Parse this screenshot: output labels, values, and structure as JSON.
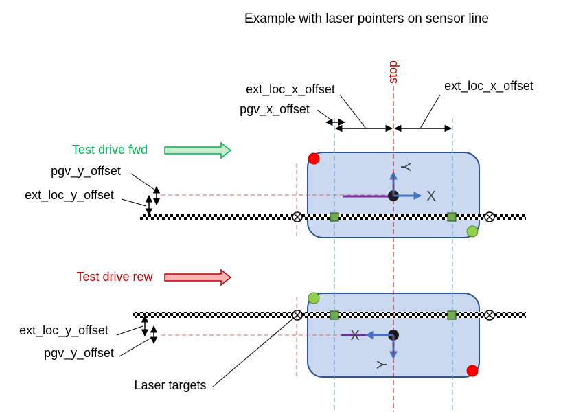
{
  "title": "Example with laser pointers on sensor line",
  "stop_label": "stop",
  "labels": {
    "ext_loc_x_offset_left": "ext_loc_x_offset",
    "ext_loc_x_offset_right": "ext_loc_x_offset",
    "pgv_x_offset": "pgv_x_offset",
    "pgv_y_offset_top": "pgv_y_offset",
    "ext_loc_y_offset_top": "ext_loc_y_offset",
    "ext_loc_y_offset_bottom": "ext_loc_y_offset",
    "pgv_y_offset_bottom": "pgv_y_offset",
    "laser_targets": "Laser targets"
  },
  "axes": {
    "x": "X",
    "y": "Y"
  },
  "test_drive_fwd": {
    "label": "Test drive fwd",
    "color": "#00b050",
    "arrow_fill": "#c6efce",
    "arrow_stroke": "#00b050"
  },
  "test_drive_rew": {
    "label": "Test drive rew",
    "color": "#c00000",
    "arrow_fill": "#ffb3b3",
    "arrow_stroke": "#c00000"
  },
  "colors": {
    "vehicle_fill": "#cad8f0",
    "vehicle_stroke": "#2f5597",
    "stop_line": "#c00000",
    "offset_line": "#e06060",
    "sensor_line": "#5b9bd5",
    "axis_arrow": "#4472c4",
    "axis_mark": "#404040",
    "pgv_offset_bar": "#7030a0",
    "sensor_marker": "#548235",
    "red_corner": "#ff0000",
    "green_corner": "#92d050"
  },
  "icons": {
    "laser_target": "circle-x-icon",
    "sensor": "green-square-icon"
  }
}
